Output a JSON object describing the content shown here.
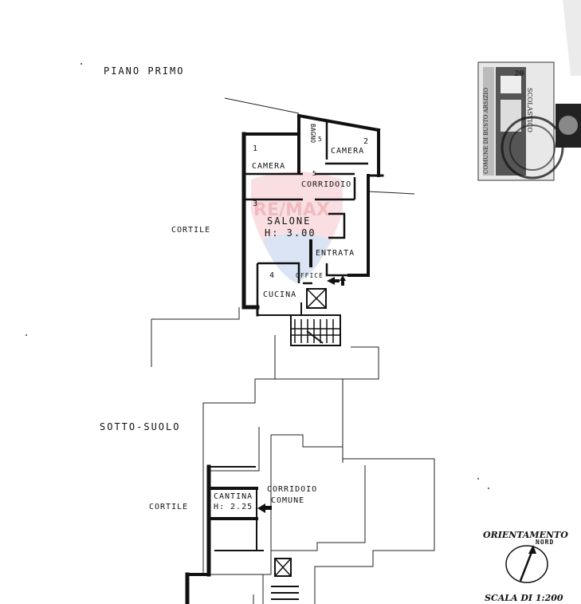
{
  "title_first_floor": "PIANO PRIMO",
  "title_basement": "SOTTO-SUOLO",
  "rooms": {
    "camera_1_num": "1",
    "camera_1": "CAMERA",
    "bagno": "BAGNO",
    "bagno_num": "5",
    "camera_2_num": "2",
    "camera_2": "CAMERA",
    "corridoio_num": "5",
    "corridoio": "CORRIDOIO",
    "salone_num": "3",
    "salone": "SALONE",
    "salone_height": "H: 3.00",
    "entrata": "ENTRATA",
    "cucina_num": "4",
    "cucina": "CUCINA",
    "office": "OFFICE"
  },
  "cortile_top": "CORTILE",
  "cortile_bottom": "CORTILE",
  "basement": {
    "cantina": "CANTINA",
    "cantina_height": "H: 2.25",
    "corridoio_comune_1": "CORRIDOIO",
    "corridoio_comune_2": "COMUNE"
  },
  "orientamento": "ORIENTAMENTO",
  "nord": "NORD",
  "scale_prefix": "SCALA DI 1:",
  "scale_value": "200",
  "stamp": {
    "vertical_text": "COMUNE DI BUSTO ARSIZIO",
    "value": "20",
    "word": "SCOLASTICO"
  },
  "watermark": "RE/MAX"
}
